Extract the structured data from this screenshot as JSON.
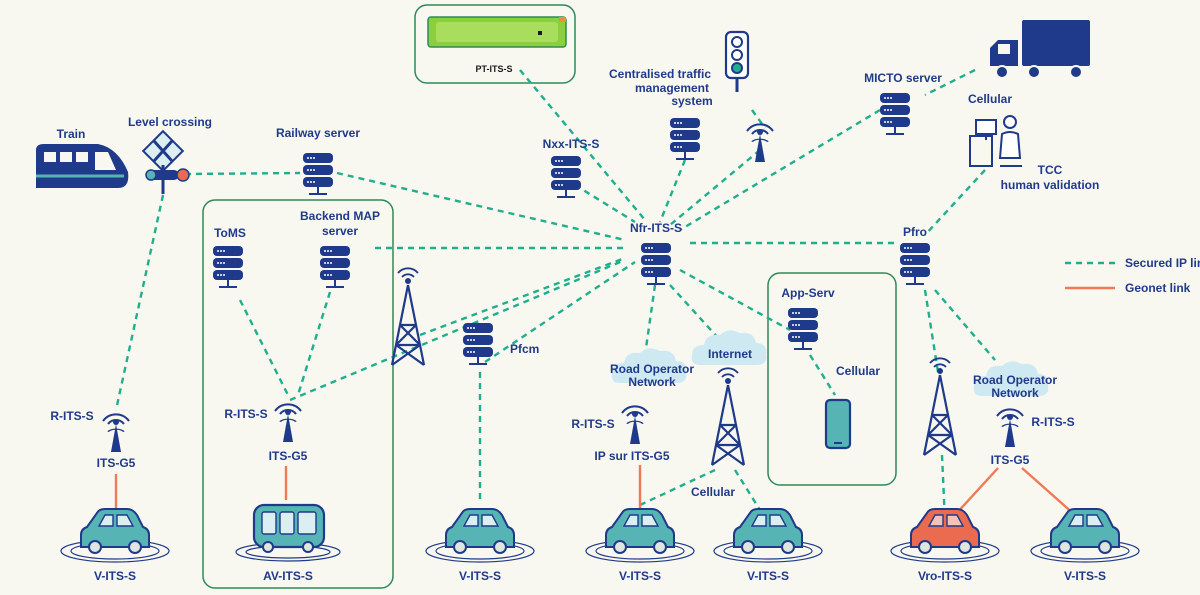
{
  "colors": {
    "background": "#f8f8f1",
    "navy": "#1f3a8a",
    "secured_link": "#1fae8e",
    "geonet_link": "#ef7a55",
    "cloud": "#cfe9f3",
    "vro_car": "#ea6b4f",
    "pt_bus": "#8ccf3c"
  },
  "labels": {
    "pt_its_s": "PT-ITS-S",
    "centralised_1": "Centralised traffic",
    "centralised_2": "management",
    "centralised_3": "system",
    "micto": "MICTO server",
    "cellular_top": "Cellular",
    "tcc_1": "TCC",
    "tcc_2": "human validation",
    "train": "Train",
    "level_crossing": "Level crossing",
    "railway_server": "Railway server",
    "nxx": "Nxx-ITS-S",
    "toms": "ToMS",
    "backend_1": "Backend MAP",
    "backend_2": "server",
    "nfr": "Nfr-ITS-S",
    "pfro": "Pfro",
    "app_serv": "App-Serv",
    "pfcm": "Pfcm",
    "internet": "Internet",
    "ron_1": "Road Operator",
    "ron_2": "Network",
    "cellular_app": "Cellular",
    "r_its_s_left": "R-ITS-S",
    "its_g5_left": "ITS-G5",
    "r_its_s_av": "R-ITS-S",
    "its_g5_av": "ITS-G5",
    "r_its_s_mid": "R-ITS-S",
    "ip_sur": "IP sur ITS-G5",
    "cellular_mid": "Cellular",
    "r_its_s_right": "R-ITS-S",
    "its_g5_right": "ITS-G5",
    "v_its_s_1": "V-ITS-S",
    "av_its_s": "AV-ITS-S",
    "v_its_s_2": "V-ITS-S",
    "v_its_s_3": "V-ITS-S",
    "v_its_s_4": "V-ITS-S",
    "vro_its_s": "Vro-ITS-S",
    "v_its_s_5": "V-ITS-S"
  },
  "legend": {
    "secured": "Secured IP link",
    "geonet": "Geonet link"
  }
}
